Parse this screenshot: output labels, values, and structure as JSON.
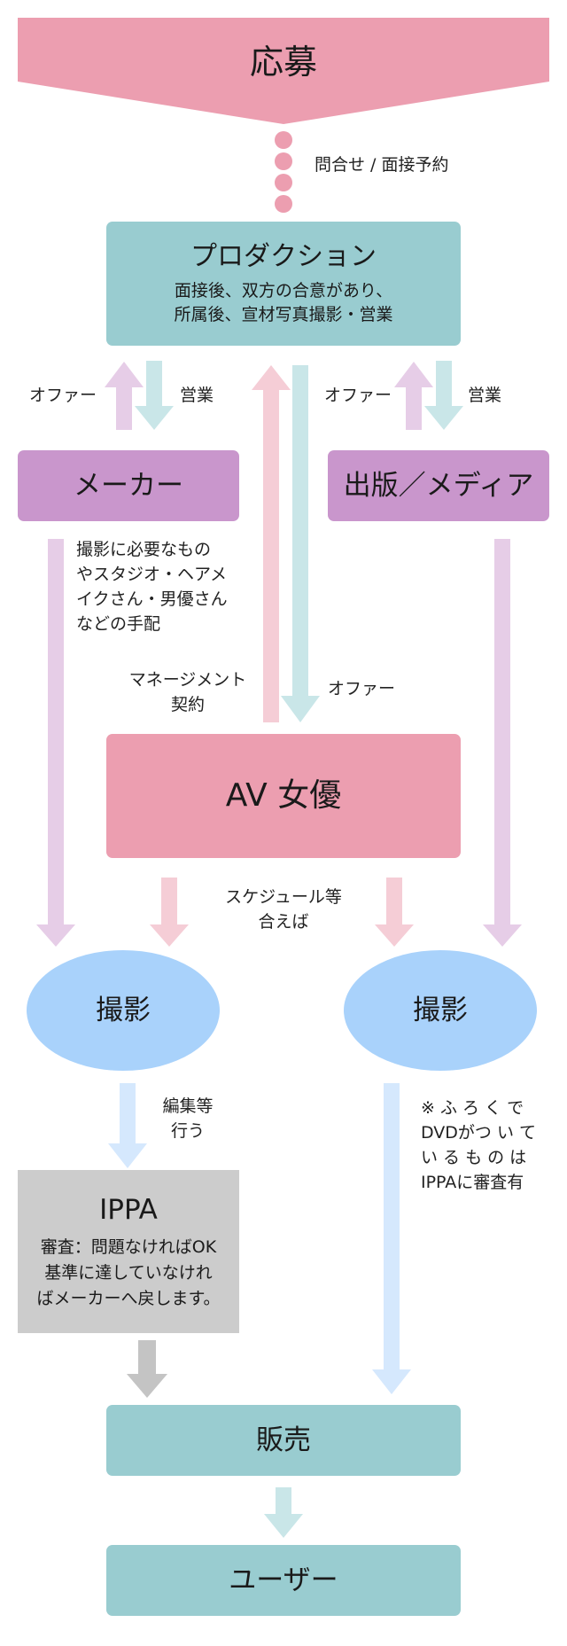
{
  "colors": {
    "pink": "#ec9eb0",
    "teal": "#99ccd0",
    "purple": "#c996cc",
    "blue": "#a9d2fb",
    "gray": "#cccccc",
    "arrow_purple": "#e6cde7",
    "arrow_teal": "#c9e6e8",
    "arrow_pink": "#f5cdd6",
    "arrow_blue": "#d5e8fd",
    "arrow_gray": "#c4c4c4"
  },
  "boxes": {
    "apply": "応募",
    "production": {
      "title": "プロダクション",
      "line1": "面接後、双方の合意があり、",
      "line2": "所属後、宣材写真撮影・営業"
    },
    "maker": "メーカー",
    "publisher": "出版／メディア",
    "actress": "AV 女優",
    "shoot_left": "撮影",
    "shoot_right": "撮影",
    "ippa": {
      "title": "IPPA",
      "line1": "審査：問題なければOK",
      "line2": "基準に達していなけれ",
      "line3": "ばメーカーへ戻します。"
    },
    "sales": "販売",
    "user": "ユーザー"
  },
  "labels": {
    "inquiry": "問合せ / 面接予約",
    "offer_left": "オファー",
    "sales_left": "営業",
    "offer_right": "オファー",
    "sales_right": "営業",
    "maker_arrange_1": "撮影に必要なもの",
    "maker_arrange_2": "やスタジオ・ヘアメ",
    "maker_arrange_3": "イクさん・男優さん",
    "maker_arrange_4": "などの手配",
    "management_1": "マネージメント",
    "management_2": "契約",
    "offer_center": "オファー",
    "schedule_1": "スケジュール等",
    "schedule_2": "合えば",
    "edit_1": "編集等",
    "edit_2": "行う",
    "note_1": "※ ふ ろ く で",
    "note_2": "DVDがつ い て",
    "note_3": "い る も の は",
    "note_4": "IPPAに審査有"
  }
}
